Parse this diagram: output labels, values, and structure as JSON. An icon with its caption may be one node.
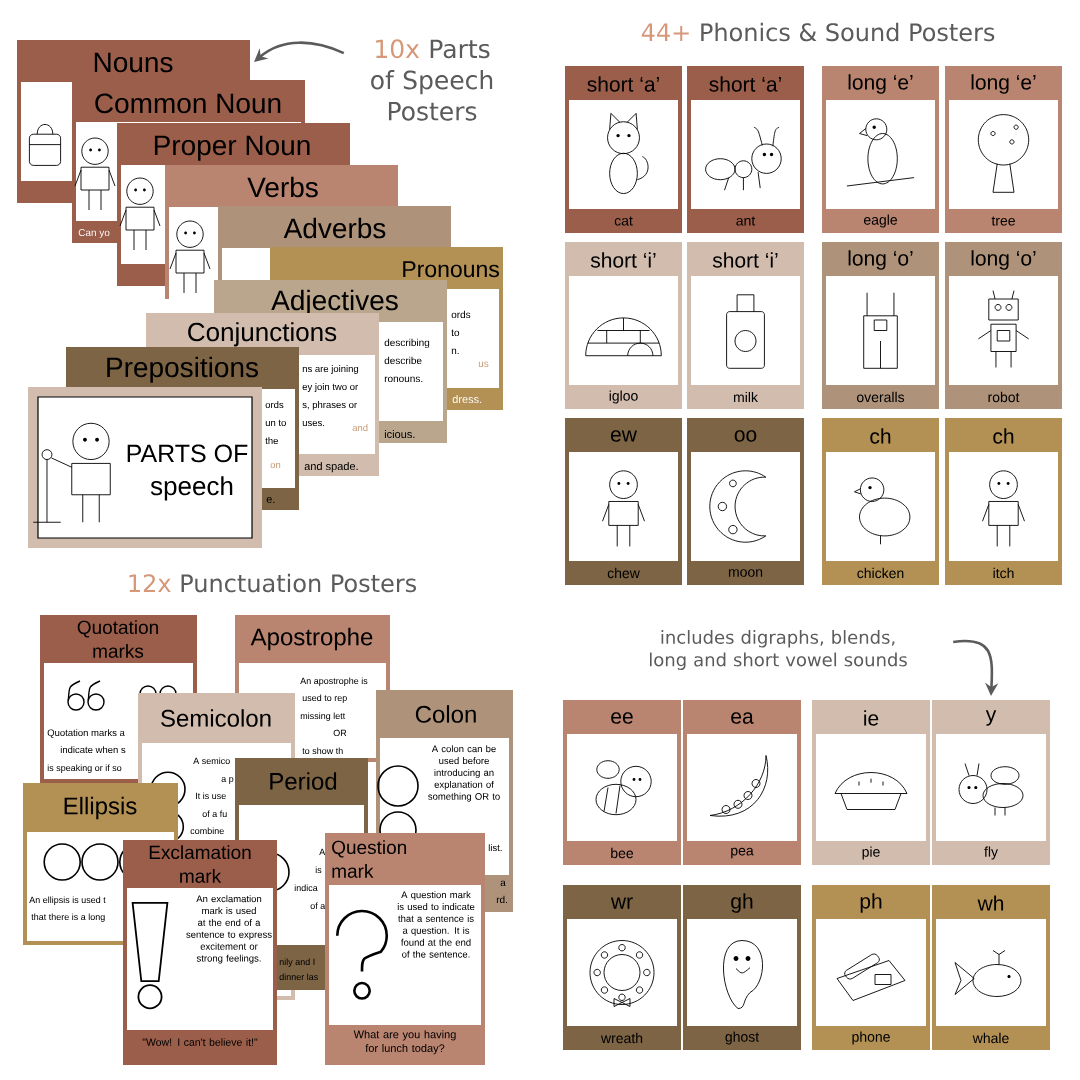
{
  "diagram": {
    "nodes": [
      {
        "text": [
          "10x",
          "Parts of Speech Posters"
        ]
      },
      {
        "text": [
          "Nouns"
        ]
      },
      {
        "text": [
          "Common Noun",
          "Can yo"
        ]
      },
      {
        "text": [
          "Proper Noun"
        ]
      },
      {
        "text": [
          "Verbs"
        ]
      },
      {
        "text": [
          "Adverbs"
        ]
      },
      {
        "text": [
          "Pronouns",
          "ords",
          "to",
          "n.",
          "us",
          "dress."
        ]
      },
      {
        "text": [
          "Adjectives",
          "describing",
          "describe",
          "ronouns.",
          "icious."
        ]
      },
      {
        "text": [
          "Conjunctions",
          "ns are joining",
          "ey join two or",
          "s, phrases or",
          "uses.",
          "and",
          "and spade."
        ]
      },
      {
        "text": [
          "Prepositions",
          "ords",
          "un to",
          "the",
          "on",
          "e."
        ]
      },
      {
        "text": [
          "PARTS OF",
          "speech"
        ]
      },
      {
        "text": [
          "short ‘a’",
          "cat"
        ]
      },
      {
        "text": [
          "short ‘a’",
          "ant"
        ]
      },
      {
        "text": [
          "long ‘e’",
          "eagle"
        ]
      },
      {
        "text": [
          "long ‘e’",
          "tree"
        ]
      },
      {
        "text": [
          "short ‘i’",
          "igloo"
        ]
      },
      {
        "text": [
          "short ‘i’",
          "milk"
        ]
      },
      {
        "text": [
          "long ‘o’",
          "overalls"
        ]
      },
      {
        "text": [
          "long ‘o’",
          "robot"
        ]
      },
      {
        "text": [
          "ew",
          "chew"
        ]
      },
      {
        "text": [
          "oo",
          "moon"
        ]
      },
      {
        "text": [
          "ch",
          "chicken"
        ]
      },
      {
        "text": [
          "ch",
          "itch"
        ]
      },
      {
        "text": [
          "Quotation marks",
          "Quotation marks a",
          "indicate when s",
          "is speaking or if so"
        ]
      },
      {
        "text": [
          "Apostrophe",
          "An apostrophe is",
          "used to rep",
          "missing lett",
          "OR",
          "to show th"
        ]
      },
      {
        "text": [
          "Semicolon",
          "A semico",
          "a p",
          "It is use",
          "of a fu",
          "combine"
        ]
      },
      {
        "text": [
          "Colon",
          "A colon can be used before introducing an explanation of something OR to",
          "list.",
          "a",
          "rd."
        ]
      },
      {
        "text": [
          "Period",
          "A",
          "is",
          "indica",
          "of a",
          "nily and I",
          "dinner las"
        ]
      },
      {
        "text": [
          "Ellipsis",
          "An ellipsis is used t",
          "that there is a long"
        ]
      },
      {
        "text": [
          "Exclamation mark",
          "An exclamation mark is used at the end of a sentence to express excitement or strong feelings.",
          "\"Wow! I can't believe it!\""
        ]
      },
      {
        "text": [
          "Question mark",
          "A question mark is used to indicate that a sentence is a question. It is found at the end of the sentence.",
          "What are you having for lunch today?"
        ]
      },
      {
        "text": [
          "includes digraphs, blends, long and short vowel sounds"
        ]
      },
      {
        "text": [
          "ee",
          "bee"
        ]
      },
      {
        "text": [
          "ea",
          "pea"
        ]
      },
      {
        "text": [
          "ie",
          "pie"
        ]
      },
      {
        "text": [
          "y",
          "fly"
        ]
      },
      {
        "text": [
          "wr",
          "wreath"
        ]
      },
      {
        "text": [
          "gh",
          "ghost"
        ]
      },
      {
        "text": [
          "ph",
          "phone"
        ]
      },
      {
        "text": [
          "wh",
          "whale"
        ]
      }
    ],
    "edges": [
      {
        "from": 0,
        "to": 1,
        "arrow": "to"
      },
      {
        "from": 31,
        "to": 35,
        "arrow": "to"
      }
    ],
    "labels": [
      "44+",
      "Phonics & Sound Posters",
      "12x",
      "Punctuation Posters"
    ]
  }
}
